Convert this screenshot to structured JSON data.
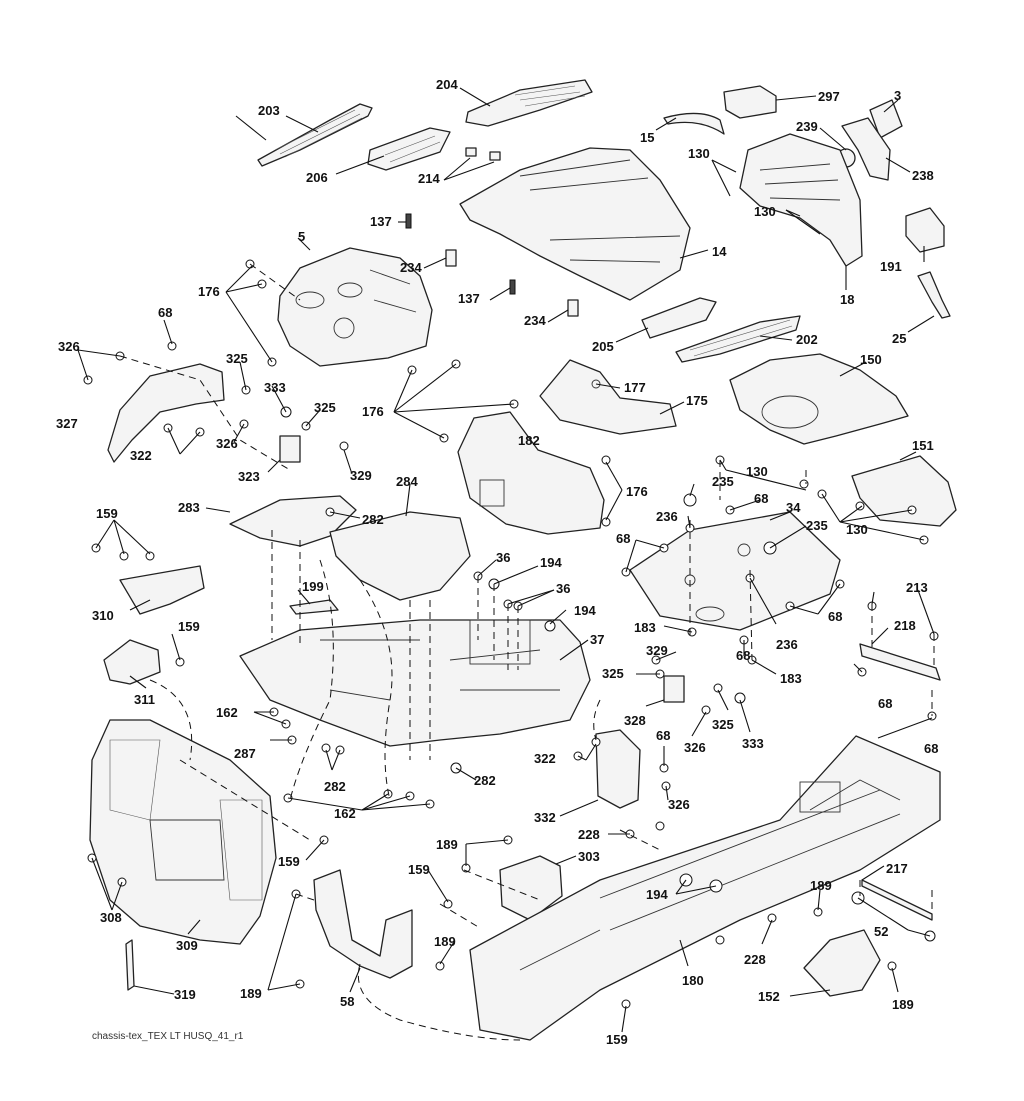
{
  "footer_text": "chassis-tex_TEX LT HUSQ_41_r1",
  "labels": {
    "l204": "204",
    "l297": "297",
    "l3": "3",
    "l203": "203",
    "l15": "15",
    "l239": "239",
    "l130a": "130",
    "l238": "238",
    "l206": "206",
    "l214": "214",
    "l130b": "130",
    "l137a": "137",
    "l14": "14",
    "l5": "5",
    "l191": "191",
    "l234a": "234",
    "l176a": "176",
    "l18": "18",
    "l137b": "137",
    "l68a": "68",
    "l234b": "234",
    "l25": "25",
    "l202": "202",
    "l326a": "326",
    "l205": "205",
    "l325a": "325",
    "l150": "150",
    "l177": "177",
    "l333a": "333",
    "l175": "175",
    "l327": "327",
    "l325b": "325",
    "l176b": "176",
    "l182": "182",
    "l326b": "326",
    "l322a": "322",
    "l323": "323",
    "l329a": "329",
    "l130c": "130",
    "l151": "151",
    "l176c": "176",
    "l235a": "235",
    "l159a": "159",
    "l68b": "68",
    "l284": "284",
    "l283": "283",
    "l282a": "282",
    "l236a": "236",
    "l34": "34",
    "l130d": "130",
    "l235b": "235",
    "l68c": "68",
    "l36a": "36",
    "l194a": "194",
    "l199": "199",
    "l36b": "36",
    "l213": "213",
    "l310": "310",
    "l194b": "194",
    "l68d": "68",
    "l159b": "159",
    "l183a": "183",
    "l218": "218",
    "l236b": "236",
    "l37": "37",
    "l329b": "329",
    "l68e": "68",
    "l311": "311",
    "l183b": "183",
    "l325c": "325",
    "l68f": "68",
    "l162a": "162",
    "l328": "328",
    "l325d": "325",
    "l333b": "333",
    "l287": "287",
    "l68g": "68",
    "l322b": "322",
    "l326c": "326",
    "l68h": "68",
    "l282b": "282",
    "l282c": "282",
    "l162b": "162",
    "l326d": "326",
    "l332": "332",
    "l228a": "228",
    "l159c": "159",
    "l189a": "189",
    "l303": "303",
    "l217": "217",
    "l159d": "159",
    "l194c": "194",
    "l189b": "189",
    "l308": "308",
    "l52": "52",
    "l309": "309",
    "l189c": "189",
    "l228b": "228",
    "l180": "180",
    "l319": "319",
    "l189d": "189",
    "l58": "58",
    "l152": "152",
    "l189e": "189",
    "l159e": "159"
  }
}
